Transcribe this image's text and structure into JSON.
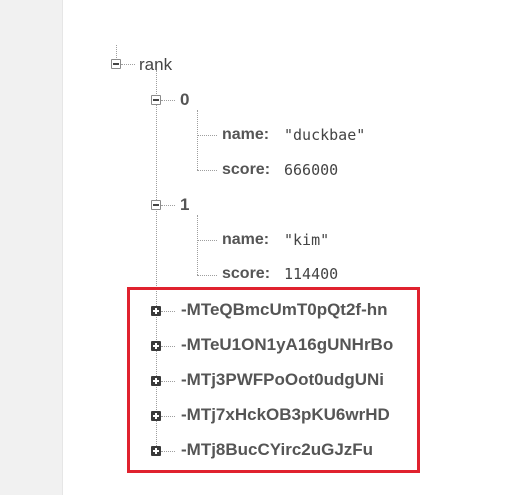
{
  "tree": {
    "root": {
      "label": "rank"
    },
    "entries": [
      {
        "index": "0",
        "name_key": "name:",
        "name_value": "\"duckbae\"",
        "score_key": "score:",
        "score_value": "666000"
      },
      {
        "index": "1",
        "name_key": "name:",
        "name_value": "\"kim\"",
        "score_key": "score:",
        "score_value": "114400"
      }
    ],
    "pushed_keys": [
      "-MTeQBmcUmT0pQt2f-hn",
      "-MTeU1ON1yA16gUNHrBo",
      "-MTj3PWFPoOot0udgUNi",
      "-MTj7xHckOB3pKU6wrHD",
      "-MTj8BucCYirc2uGJzFu"
    ]
  },
  "colors": {
    "highlight_border": "#e0222e"
  }
}
